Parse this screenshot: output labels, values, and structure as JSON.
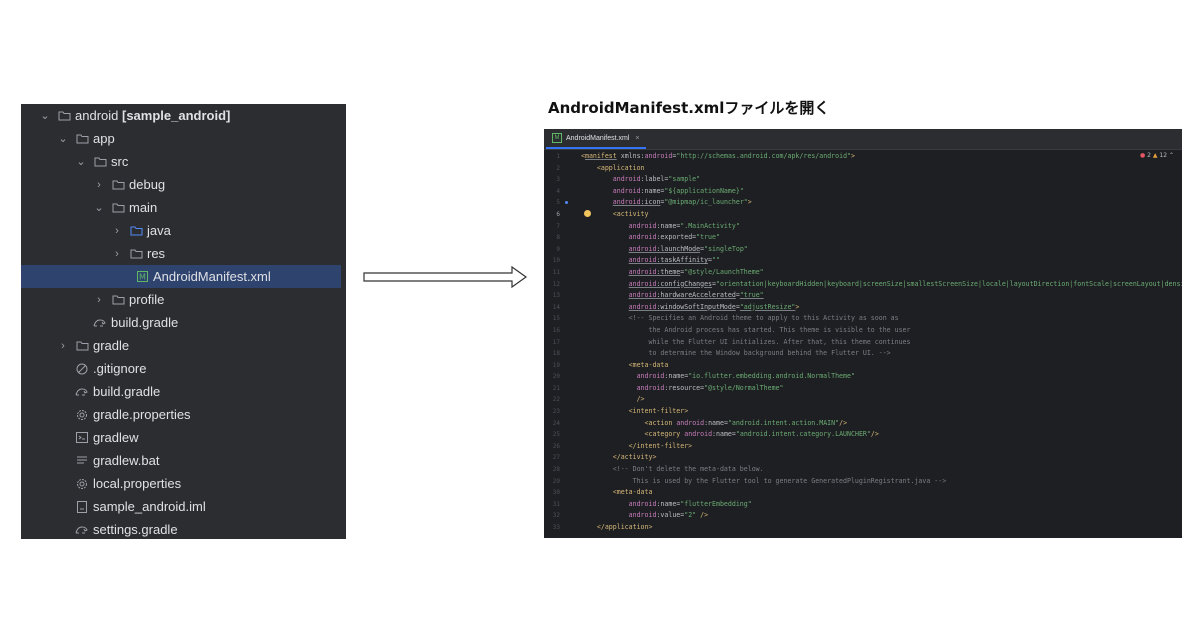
{
  "caption": "AndroidManifest.xmlファイルを開く",
  "tree": {
    "root_name": "android",
    "root_module": "[sample_android]",
    "items": [
      {
        "label": "app"
      },
      {
        "label": "src"
      },
      {
        "label": "debug"
      },
      {
        "label": "main"
      },
      {
        "label": "java"
      },
      {
        "label": "res"
      },
      {
        "label": "AndroidManifest.xml"
      },
      {
        "label": "profile"
      },
      {
        "label": "build.gradle"
      },
      {
        "label": "gradle"
      },
      {
        "label": ".gitignore"
      },
      {
        "label": "build.gradle"
      },
      {
        "label": "gradle.properties"
      },
      {
        "label": "gradlew"
      },
      {
        "label": "gradlew.bat"
      },
      {
        "label": "local.properties"
      },
      {
        "label": "sample_android.iml"
      },
      {
        "label": "settings.gradle"
      }
    ]
  },
  "editor": {
    "tab_label": "AndroidManifest.xml",
    "tab_close": "×",
    "errors": "2",
    "warnings": "12",
    "line_numbers": [
      "1",
      "2",
      "3",
      "4",
      "5",
      "6",
      "7",
      "8",
      "9",
      "10",
      "11",
      "12",
      "13",
      "14",
      "15",
      "16",
      "17",
      "18",
      "19",
      "20",
      "21",
      "22",
      "23",
      "24",
      "25",
      "26",
      "27",
      "28",
      "29",
      "30",
      "31",
      "32",
      "33"
    ],
    "current_line": "6"
  },
  "colors": {
    "panel_bg": "#2b2d30",
    "editor_bg": "#1e1f22",
    "selection": "#2e436e",
    "accent": "#3574f0"
  }
}
